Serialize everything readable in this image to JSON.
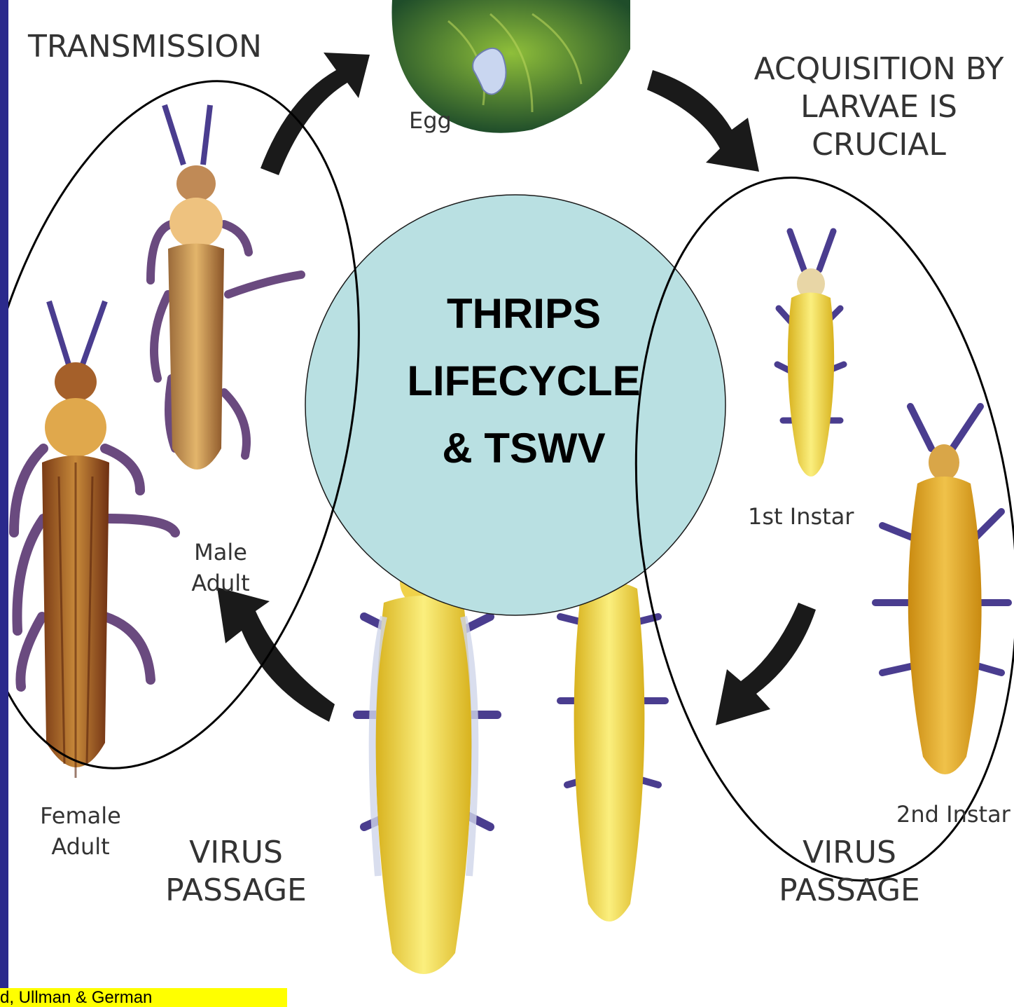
{
  "labels": {
    "transmission": "TRANSMISSION",
    "acquisition_line1": "ACQUISITION BY",
    "acquisition_line2": "LARVAE IS",
    "acquisition_line3": "CRUCIAL",
    "egg": "Egg",
    "male_line1": "Male",
    "male_line2": "Adult",
    "female_line1": "Female",
    "female_line2": "Adult",
    "first_instar": "1st Instar",
    "second_instar": "2nd Instar",
    "virus_left_line1": "VIRUS",
    "virus_left_line2": "PASSAGE",
    "virus_right_line1": "VIRUS",
    "virus_right_line2": "PASSAGE"
  },
  "title": {
    "line1": "THRIPS",
    "line2": "LIFECYCLE",
    "line3": "& TSWV"
  },
  "citation": "d, Ullman & German",
  "colors": {
    "frame": "#2b2a8c",
    "circle_fill": "#b9e0e2",
    "citation_bg": "#ffff00",
    "arrow": "#1a1a1a",
    "adult_body": "#b5651d",
    "larva_body": "#f2d64b",
    "leg": "#4a3d8f"
  }
}
